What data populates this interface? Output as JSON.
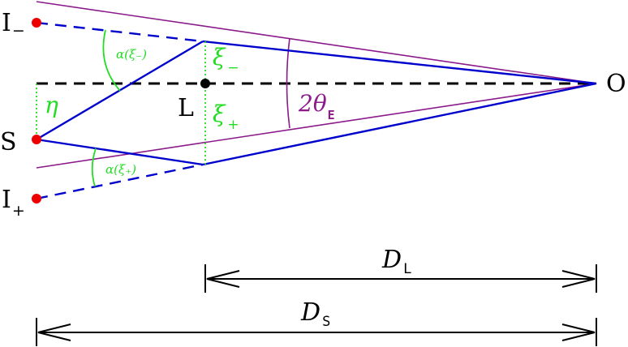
{
  "labels": {
    "image_minus_letter": "I",
    "image_minus_sub": "−",
    "image_plus_letter": "I",
    "image_plus_sub": "+",
    "source": "S",
    "lens": "L",
    "observer": "O",
    "eta": "η",
    "xi_minus_sym": "ξ",
    "xi_minus_sub": "−",
    "xi_plus_sym": "ξ",
    "xi_plus_sub": "+",
    "alpha_minus": "α(ξ₋)",
    "alpha_plus": "α(ξ₊)",
    "einstein_angle_main": "2θ",
    "einstein_angle_sub": "E",
    "dl_main": "D",
    "dl_sub": "L",
    "ds_main": "D",
    "ds_sub": "S"
  },
  "colors": {
    "ray": "#0000cc",
    "einstein_cone": "#8b1a8b",
    "annotation": "#22dd22",
    "point": "#ee0000",
    "axis": "#000000"
  }
}
